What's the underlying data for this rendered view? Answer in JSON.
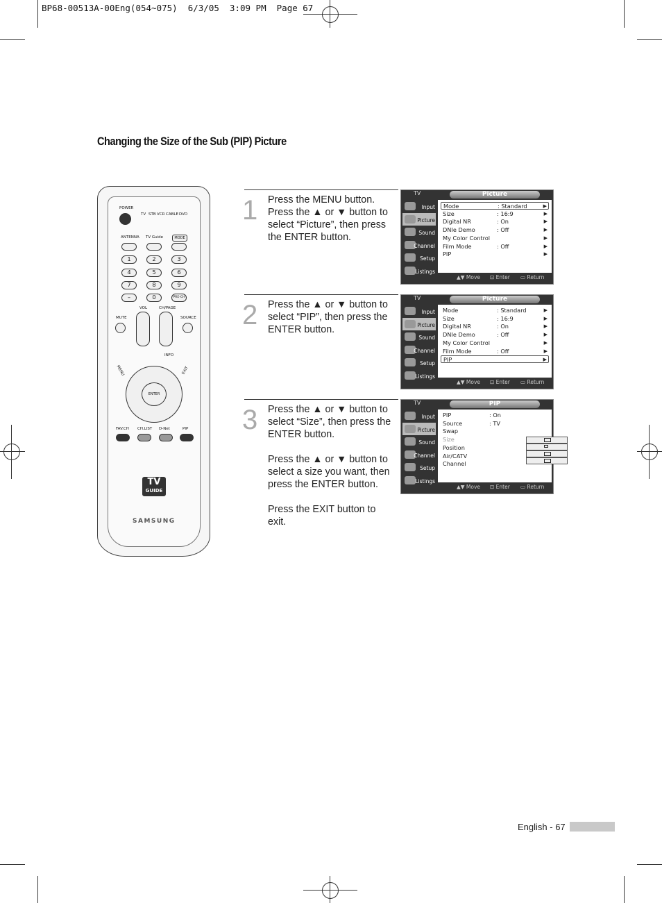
{
  "slug": "BP68-00513A-00Eng(054~075)  6/3/05  3:09 PM  Page 67",
  "section_title": "Changing the Size of the Sub (PIP) Picture",
  "steps": [
    {
      "number": "1",
      "paragraphs": [
        "Press the MENU button. Press the ▲ or ▼ button to select “Picture”, then press the ENTER button."
      ]
    },
    {
      "number": "2",
      "paragraphs": [
        "Press the ▲ or ▼ button to select “PIP”, then press the ENTER button."
      ]
    },
    {
      "number": "3",
      "paragraphs": [
        "Press the ▲ or ▼ button to select “Size”, then press the ENTER button.",
        "Press the ▲ or ▼ button to select a size you want, then press the ENTER button.",
        "Press the EXIT button to exit."
      ]
    }
  ],
  "osd_common": {
    "tv_label": "TV",
    "side_menu": [
      "Input",
      "Picture",
      "Sound",
      "Channel",
      "Setup",
      "Listings"
    ],
    "footer": {
      "move": "Move",
      "enter": "Enter",
      "return": "Return"
    }
  },
  "osd": [
    {
      "title": "Picture",
      "active_side": "Picture",
      "rows": [
        {
          "k": "Mode",
          "v": ": Standard",
          "arrow": "▶",
          "selected": true
        },
        {
          "k": "Size",
          "v": ": 16:9",
          "arrow": "▶"
        },
        {
          "k": "Digital NR",
          "v": ": On",
          "arrow": "▶"
        },
        {
          "k": "DNIe Demo",
          "v": ": Off",
          "arrow": "▶"
        },
        {
          "k": "My Color Control",
          "v": "",
          "arrow": "▶"
        },
        {
          "k": "Film Mode",
          "v": ": Off",
          "arrow": "▶"
        },
        {
          "k": "PIP",
          "v": "",
          "arrow": "▶"
        }
      ]
    },
    {
      "title": "Picture",
      "active_side": "Picture",
      "rows": [
        {
          "k": "Mode",
          "v": ": Standard",
          "arrow": "▶"
        },
        {
          "k": "Size",
          "v": ": 16:9",
          "arrow": "▶"
        },
        {
          "k": "Digital NR",
          "v": ": On",
          "arrow": "▶"
        },
        {
          "k": "DNIe Demo",
          "v": ": Off",
          "arrow": "▶"
        },
        {
          "k": "My Color Control",
          "v": "",
          "arrow": "▶"
        },
        {
          "k": "Film Mode",
          "v": ": Off",
          "arrow": "▶"
        },
        {
          "k": "PIP",
          "v": "",
          "arrow": "▶",
          "selected": true
        }
      ]
    },
    {
      "title": "PIP",
      "active_side": "Picture",
      "rows": [
        {
          "k": "PIP",
          "v": ": On",
          "arrow": ""
        },
        {
          "k": "Source",
          "v": ": TV",
          "arrow": ""
        },
        {
          "k": "Swap",
          "v": "",
          "arrow": ""
        },
        {
          "k": "Size",
          "v": "",
          "arrow": "",
          "dim": true
        },
        {
          "k": "Position",
          "v": "",
          "arrow": ""
        },
        {
          "k": "Air/CATV",
          "v": "",
          "arrow": ""
        },
        {
          "k": "Channel",
          "v": "",
          "arrow": ""
        }
      ]
    }
  ],
  "remote": {
    "power": "POWER",
    "modes": [
      "TV",
      "STB",
      "VCR",
      "CABLE",
      "DVD"
    ],
    "antenna": "ANTENNA",
    "tvguide": "TV Guide",
    "mode": "MODE",
    "digits": [
      "1",
      "2",
      "3",
      "4",
      "5",
      "6",
      "7",
      "8",
      "9",
      "–",
      "0",
      "PRE-CH"
    ],
    "vol": "VOL",
    "chpage": "CH/PAGE",
    "mute": "MUTE",
    "source": "SOURCE",
    "menu": "MENU",
    "exit": "EXIT",
    "info": "INFO",
    "enter": "ENTER",
    "bottom": [
      "FAV.CH",
      "CH.LIST",
      "D-Net",
      "PIP"
    ],
    "logo_top": "TV",
    "logo_bottom": "GUIDE",
    "brand": "SAMSUNG"
  },
  "footer": {
    "page": "English - 67"
  }
}
